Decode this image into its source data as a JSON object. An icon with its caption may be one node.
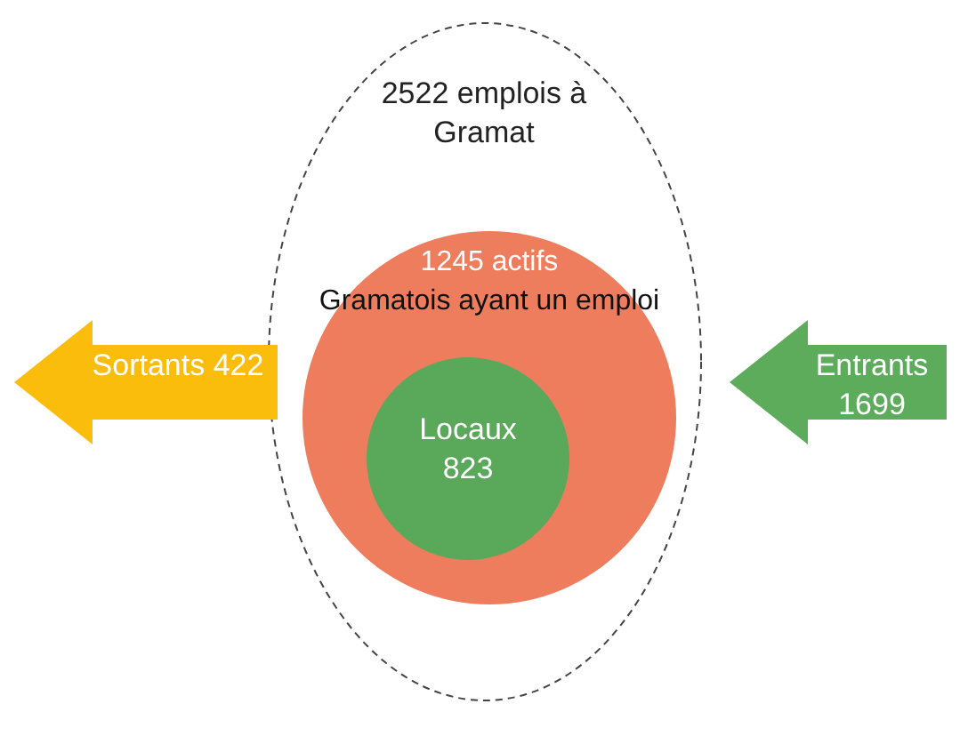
{
  "diagram": {
    "nodes": [
      {
        "text": [
          "2522 emplois à Gramat"
        ]
      },
      {
        "text": [
          "1245 actifs",
          "Gramatois ayant un emploi"
        ],
        "in": 0
      },
      {
        "text": [
          "Locaux 823"
        ],
        "in": 1
      },
      {
        "text": [
          "Sortants 422"
        ]
      },
      {
        "text": [
          "Entrants 1699"
        ]
      }
    ]
  }
}
